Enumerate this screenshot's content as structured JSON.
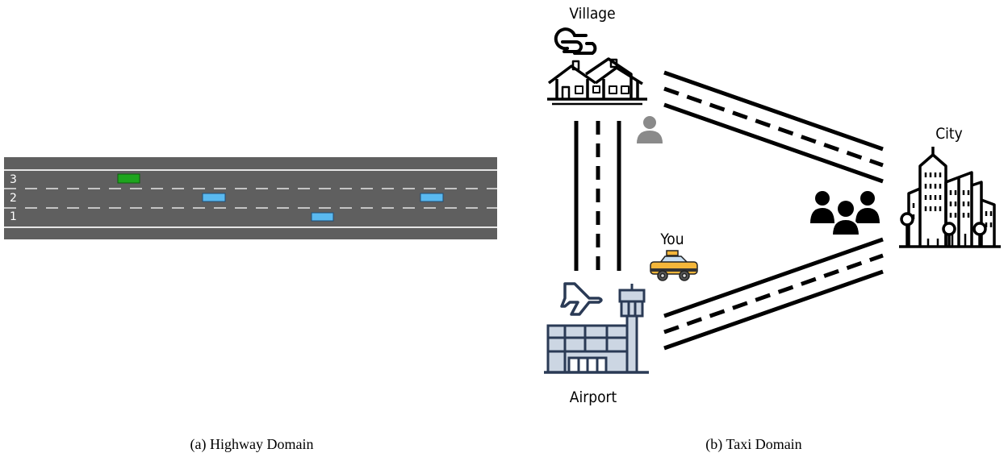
{
  "highway": {
    "caption": "(a) Highway Domain",
    "lanes": [
      "3",
      "2",
      "1"
    ],
    "colors": {
      "road": "#5f5f5f",
      "ego_car": "#1ea51e",
      "other_car": "#5ab9f0",
      "lane_marking": "#e6e6e6"
    }
  },
  "taxi": {
    "caption": "(b) Taxi Domain",
    "locations": {
      "village": "Village",
      "city": "City",
      "airport": "Airport"
    },
    "taxi_label": "You",
    "icons": [
      "cloud-icon",
      "houses-icon",
      "person-icon",
      "group-people-icon",
      "city-buildings-icon",
      "taxi-icon",
      "plane-icon",
      "control-tower-icon",
      "airport-terminal-icon"
    ]
  }
}
